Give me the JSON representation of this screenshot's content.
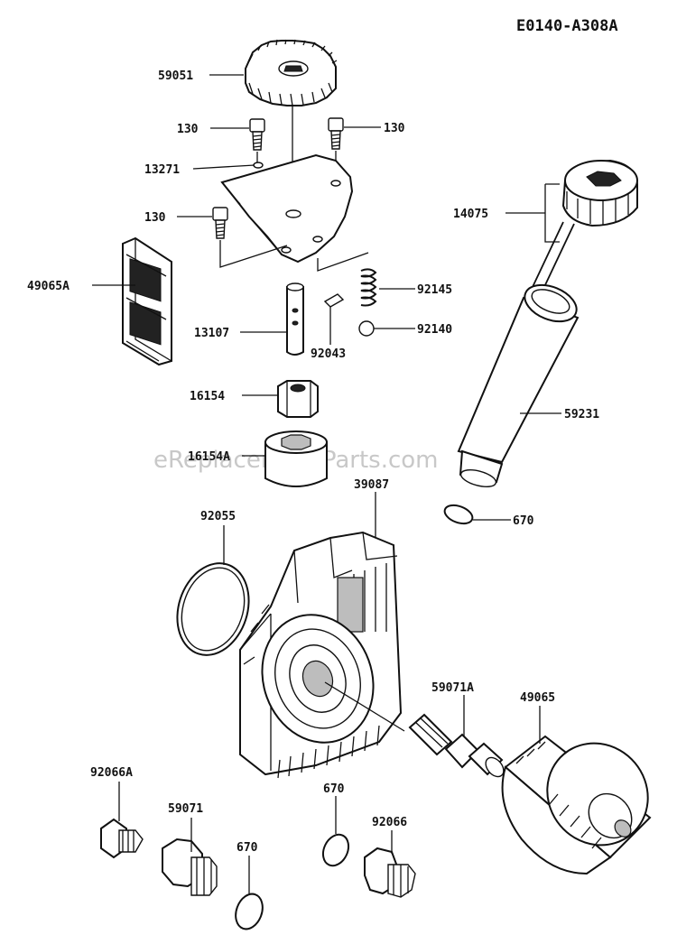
{
  "diagram_code": "E0140-A308A",
  "watermark": "eReplacementParts.com",
  "part_labels": {
    "p59051": "59051",
    "p130a": "130",
    "p130b": "130",
    "p13271": "13271",
    "p130c": "130",
    "p49065A": "49065A",
    "p14075": "14075",
    "p92145": "92145",
    "p92140": "92140",
    "p13107": "13107",
    "p92043": "92043",
    "p16154": "16154",
    "p16154A": "16154A",
    "p59231": "59231",
    "p39087": "39087",
    "p92055": "92055",
    "p670a": "670",
    "p59071A": "59071A",
    "p49065": "49065",
    "p92066A": "92066A",
    "p59071": "59071",
    "p670b": "670",
    "p670c": "670",
    "p92066": "92066"
  }
}
